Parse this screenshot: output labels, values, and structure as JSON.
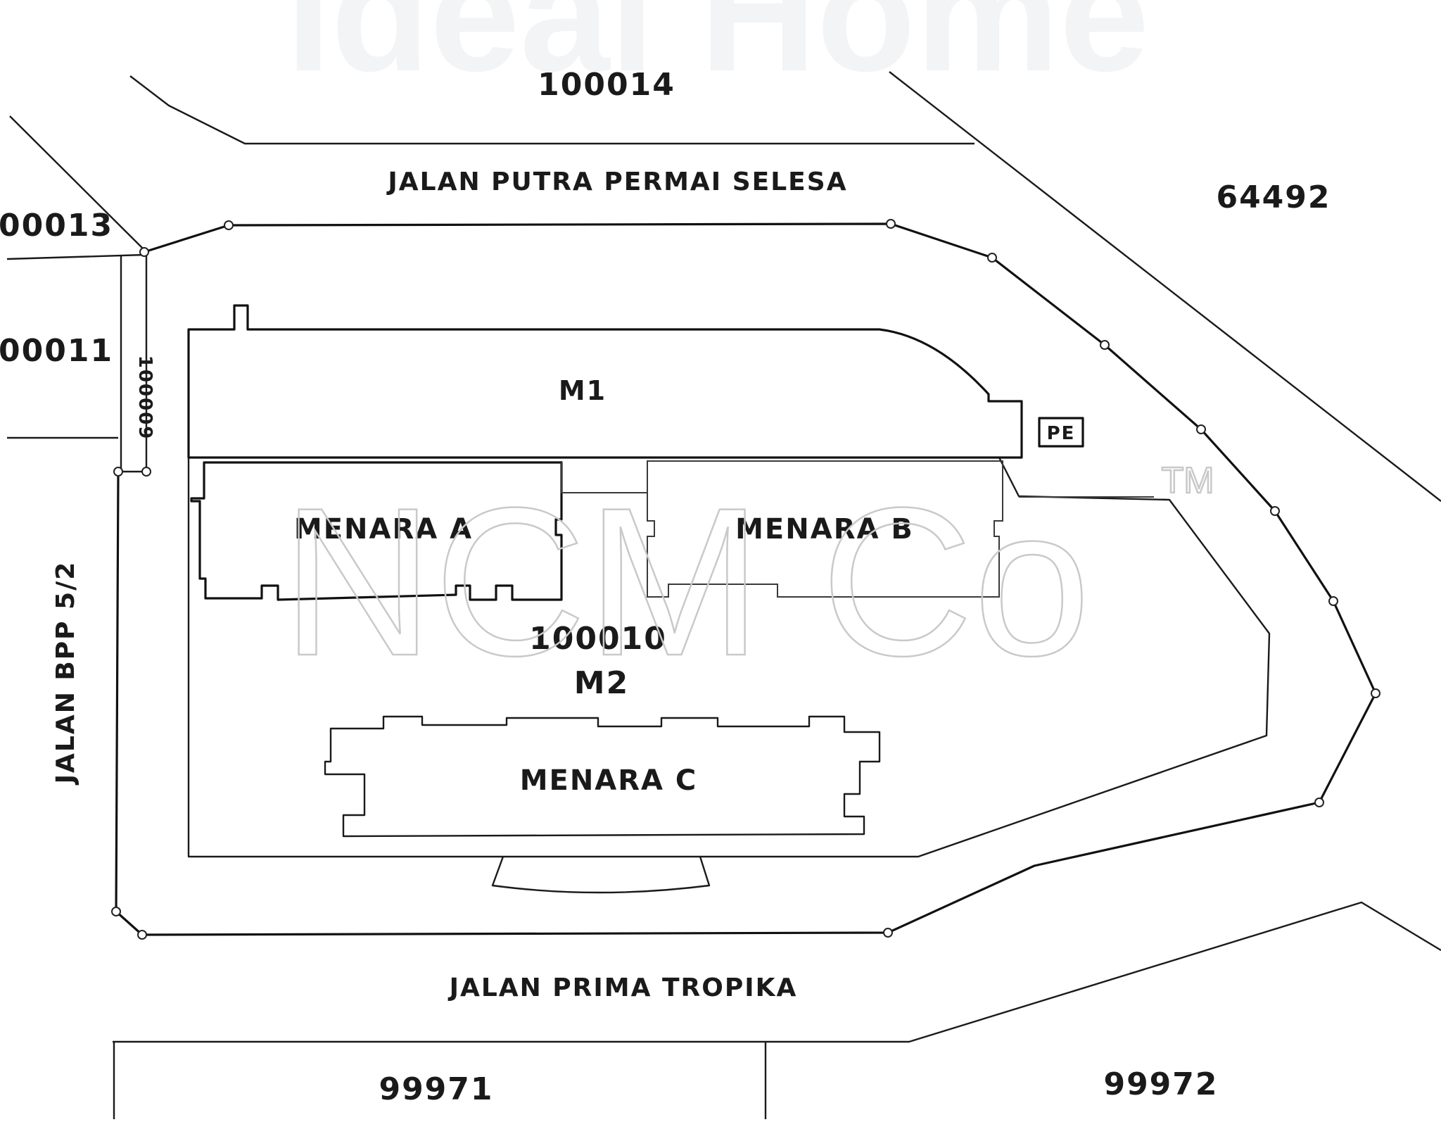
{
  "watermark_top": "Ideal Home",
  "watermark_center": "NCM Co",
  "watermark_tm": "TM",
  "lots": {
    "top": "100014",
    "top_right": "64492",
    "left_upper": "00013",
    "left_mid": "00011",
    "strip": "100009",
    "center": "100010",
    "bottom_left": "99971",
    "bottom_right": "99972"
  },
  "roads": {
    "north": "JALAN PUTRA PERMAI SELESA",
    "south": "JALAN PRIMA TROPIKA",
    "west": "JALAN BPP 5/2"
  },
  "blocks": {
    "m1": "M1",
    "m2": "M2",
    "tower_a": "MENARA A",
    "tower_b": "MENARA B",
    "tower_c": "MENARA C"
  },
  "pe_box": "PE"
}
